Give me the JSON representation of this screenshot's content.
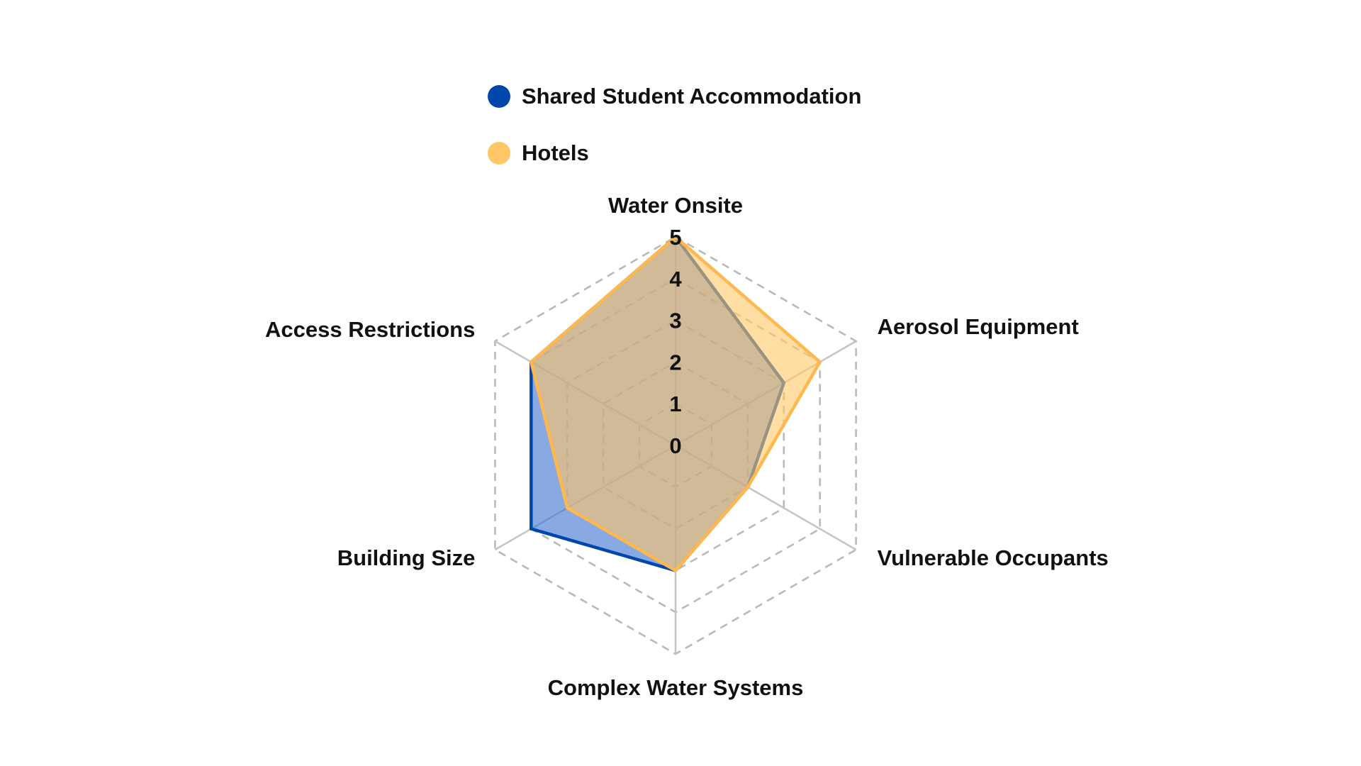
{
  "chart_data": {
    "type": "radar",
    "axes": [
      "Water Onsite",
      "Aerosol Equipment",
      "Vulnerable Occupants",
      "Complex Water Systems",
      "Building Size",
      "Access Restrictions"
    ],
    "ticks": [
      "0",
      "1",
      "2",
      "3",
      "4",
      "5"
    ],
    "rlim": [
      0,
      5
    ],
    "grid": true,
    "legend_position": "top",
    "series": [
      {
        "name": "Shared Student Accommodation",
        "values": [
          5,
          3,
          2,
          3,
          4,
          4
        ],
        "color": "#0047AB",
        "fill": "#3a6fd1"
      },
      {
        "name": "Hotels",
        "values": [
          5,
          4,
          2,
          3,
          3,
          4
        ],
        "color": "#FFB84D",
        "fill": "#FFC766"
      }
    ]
  }
}
